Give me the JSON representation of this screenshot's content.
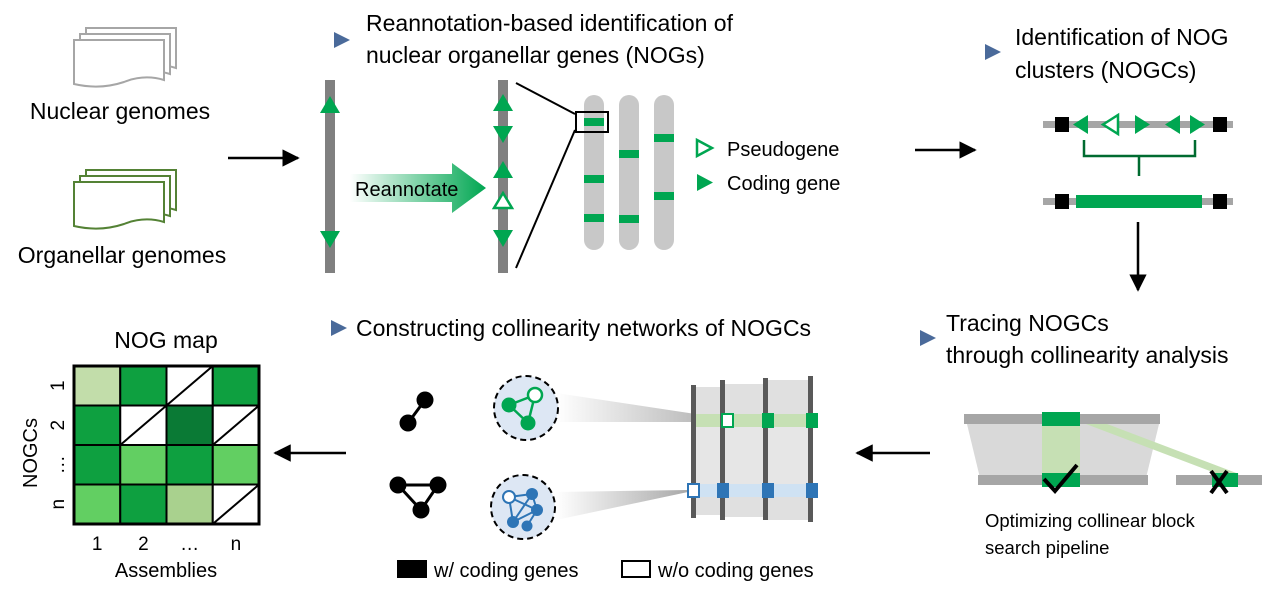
{
  "inputs": {
    "nuclear_label": "Nuclear genomes",
    "organellar_label": "Organellar genomes"
  },
  "step1": {
    "title_line1": "Reannotation-based identification of",
    "title_line2": "nuclear organellar genes (NOGs)",
    "reannotate_label": "Reannotate",
    "legend_pseudogene": "Pseudogene",
    "legend_coding": "Coding gene"
  },
  "step2": {
    "title_line1": "Identification of NOG",
    "title_line2": "clusters (NOGCs)"
  },
  "step3": {
    "title_line1": "Tracing NOGCs",
    "title_line2": "through collinearity analysis",
    "caption_line1": "Optimizing collinear block",
    "caption_line2": "search pipeline"
  },
  "step4": {
    "title": "Constructing collinearity networks of NOGCs",
    "legend_with": "w/ coding genes",
    "legend_without": "w/o coding genes"
  },
  "nog_map": {
    "title": "NOG map",
    "ylabel": "NOGCs",
    "xlabel": "Assemblies",
    "row_labels": [
      "1",
      "2",
      "…",
      "n"
    ],
    "col_labels": [
      "1",
      "2",
      "…",
      "n"
    ],
    "cells": [
      [
        "#c2ddaa",
        "#0ea040",
        "empty",
        "#0ea040"
      ],
      [
        "#0ea040",
        "empty",
        "#0a7a35",
        "empty"
      ],
      [
        "#0ea040",
        "#62cf62",
        "#0ea040",
        "#62cf62"
      ],
      [
        "#62cf62",
        "#0ea040",
        "#a9d18e",
        "empty"
      ]
    ]
  },
  "colors": {
    "green": "#00a651",
    "light_green": "#62cf62",
    "pale_green": "#c6e0b4",
    "blue": "#2e75b6",
    "pale_blue": "#cfe2f3",
    "chromosome_gray": "#c8c8c8",
    "axis_gray": "#808080",
    "title_marker": "#4a6a9a"
  }
}
